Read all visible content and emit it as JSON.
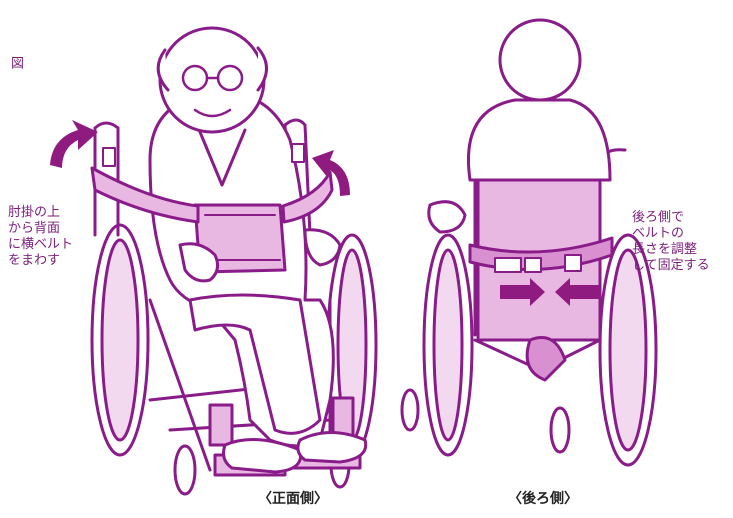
{
  "colors": {
    "line": "#8a1c8a",
    "fill_light": "#e8b8e3",
    "fill_mid": "#d990d1",
    "arrow": "#8f1b80",
    "white": "#ffffff"
  },
  "labels": {
    "side_mark": "図",
    "front_note": "肘掛の上\nから背面\nに横ベルト\nをまわす",
    "back_note": "後ろ側で\nベルトの\n長さを調整\nして固定する",
    "front_caption": "〈正面側〉",
    "back_caption": "〈後ろ側〉"
  }
}
